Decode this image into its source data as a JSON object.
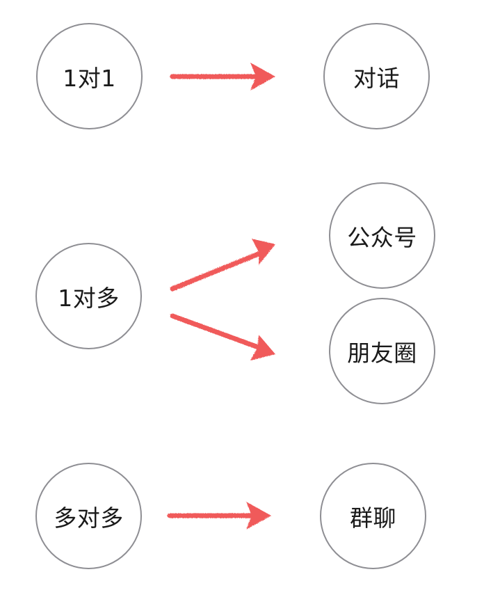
{
  "diagram": {
    "nodes": [
      {
        "id": "one-to-one",
        "label": "1对1"
      },
      {
        "id": "dialog",
        "label": "对话"
      },
      {
        "id": "one-to-many",
        "label": "1对多"
      },
      {
        "id": "official-account",
        "label": "公众号"
      },
      {
        "id": "moments",
        "label": "朋友圈"
      },
      {
        "id": "many-to-many",
        "label": "多对多"
      },
      {
        "id": "group-chat",
        "label": "群聊"
      }
    ],
    "edges": [
      {
        "from": "one-to-one",
        "to": "dialog"
      },
      {
        "from": "one-to-many",
        "to": "official-account"
      },
      {
        "from": "one-to-many",
        "to": "moments"
      },
      {
        "from": "many-to-many",
        "to": "group-chat"
      }
    ],
    "arrow_color": "#f05a5a",
    "node_border_color": "#8e8e93"
  }
}
